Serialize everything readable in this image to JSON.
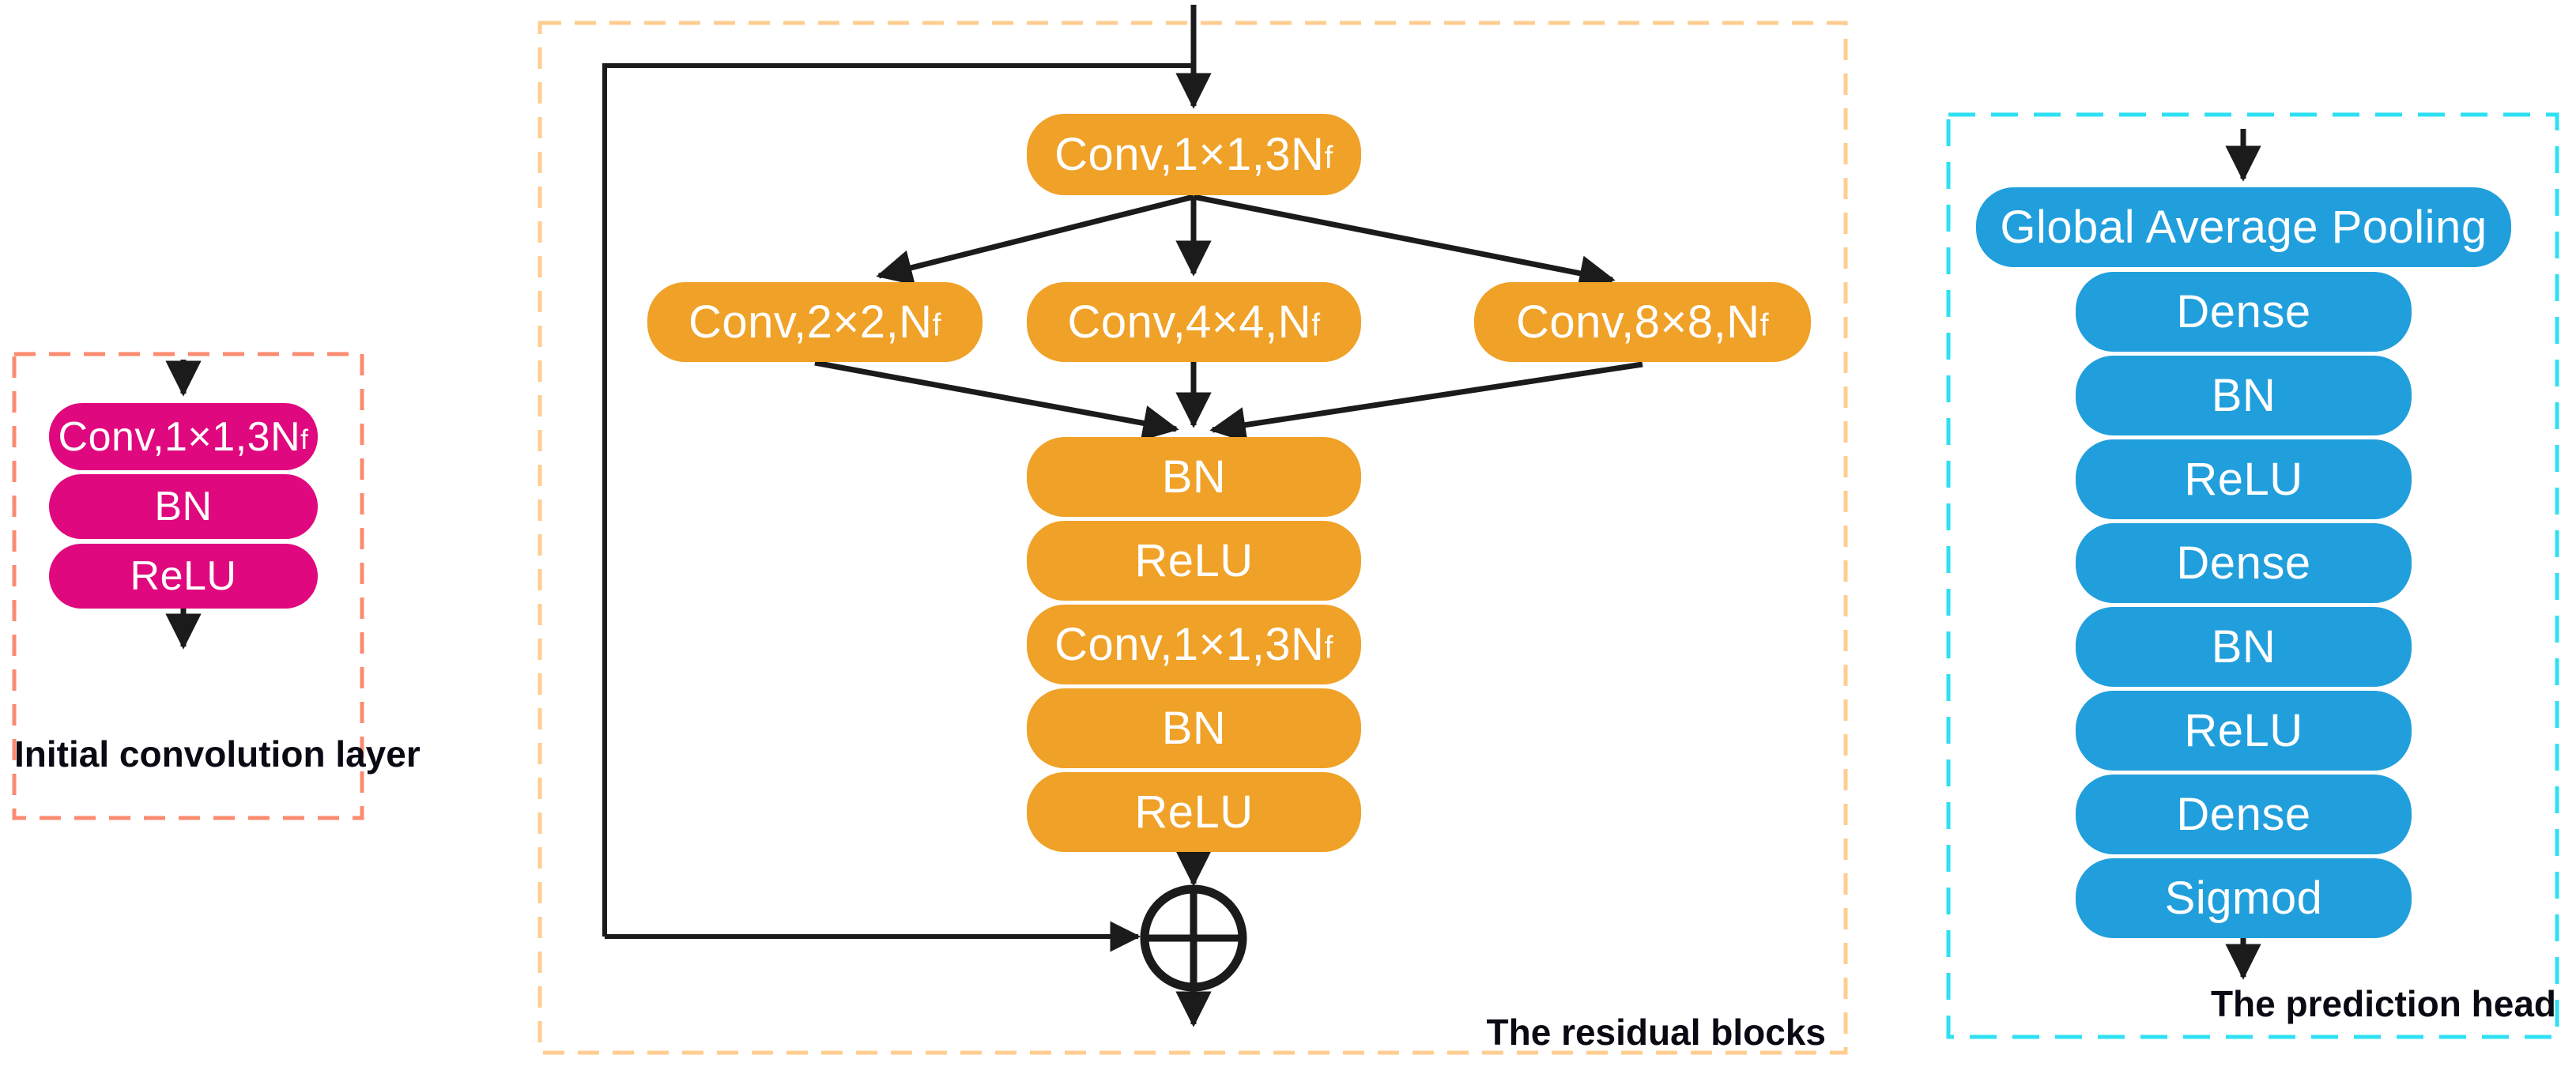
{
  "diagram": {
    "initial_layer": {
      "label": "Initial convolution layer",
      "color": "#E0087E",
      "border_color": "#FB8B70",
      "blocks": [
        "Conv,1×1,3Nf",
        "BN",
        "ReLU"
      ]
    },
    "residual_blocks": {
      "label": "The residual blocks",
      "color": "#F0A127",
      "border_color": "#FFCD90",
      "top_block": "Conv,1×1,3Nf",
      "parallel_blocks": [
        "Conv,2×2,Nf",
        "Conv,4×4,Nf",
        "Conv,8×8,Nf"
      ],
      "stack_blocks": [
        "BN",
        "ReLU",
        "Conv,1×1,3Nf",
        "BN",
        "ReLU"
      ],
      "merge_symbol": "circled-plus-add"
    },
    "prediction_head": {
      "label": "The prediction head",
      "color": "#219FDC",
      "border_color": "#2EE0F2",
      "blocks": [
        "Global Average Pooling",
        "Dense",
        "BN",
        "ReLU",
        "Dense",
        "BN",
        "ReLU",
        "Dense",
        "Sigmod"
      ]
    }
  }
}
